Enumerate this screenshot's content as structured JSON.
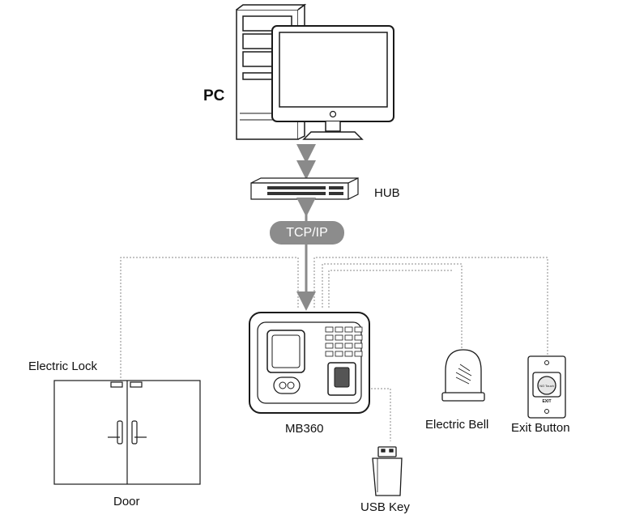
{
  "labels": {
    "pc": "PC",
    "hub": "HUB",
    "protocol": "TCP/IP",
    "device": "MB360",
    "lock": "Electric Lock",
    "door": "Door",
    "usb": "USB Key",
    "bell": "Electric Bell",
    "exit": "Exit Button",
    "exit_plate": "EXIT",
    "exit_button_text": "NO Touch"
  },
  "colors": {
    "line": "#1a1a1a",
    "arrow": "#8a8a8a",
    "dotted": "#8a8a8a",
    "badge": "#8c8c8c"
  }
}
